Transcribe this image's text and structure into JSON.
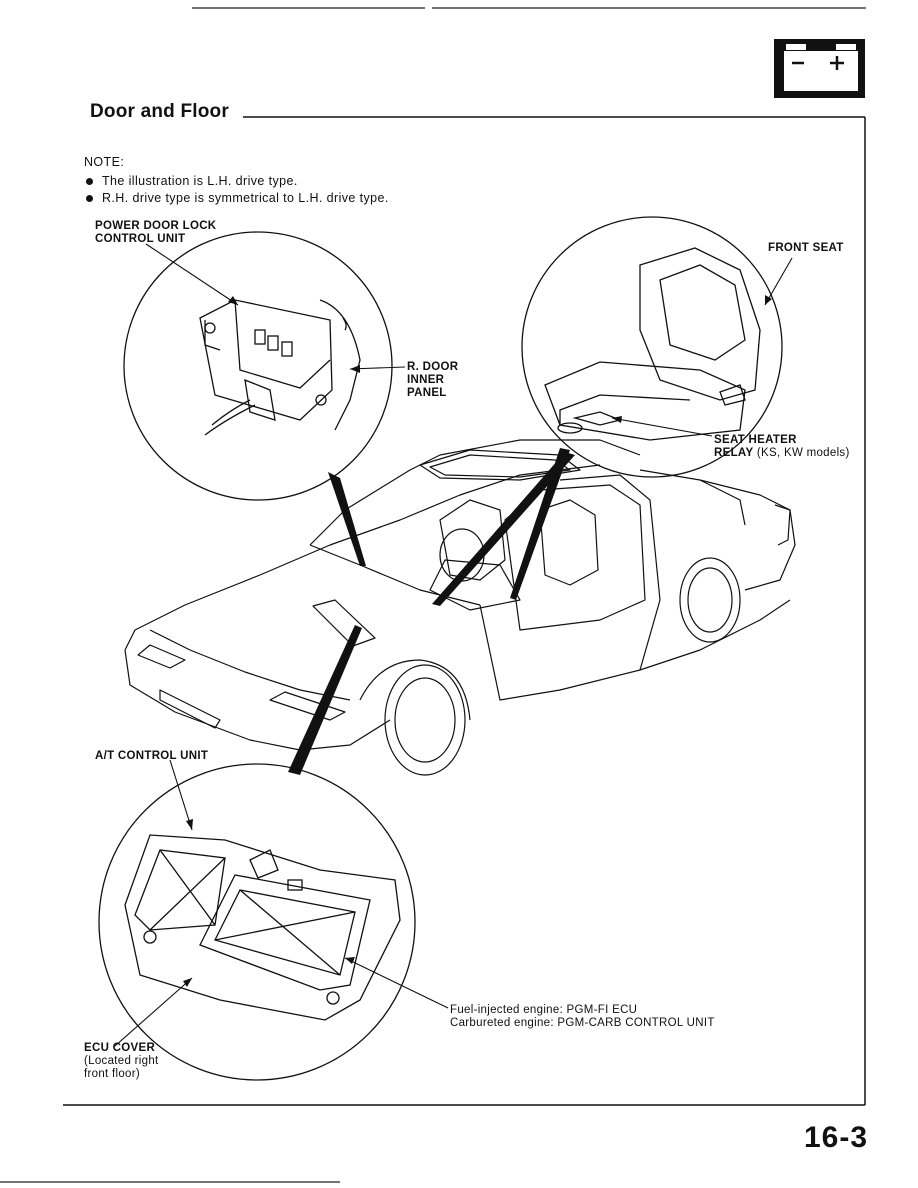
{
  "header": {
    "section_title": "Door and Floor",
    "battery_icon": "battery-icon"
  },
  "note": {
    "heading": "NOTE:",
    "items": [
      "The illustration is L.H. drive type.",
      "R.H. drive type is symmetrical to L.H. drive type."
    ]
  },
  "callouts": {
    "power_door_lock_line1": "POWER DOOR LOCK",
    "power_door_lock_line2": "CONTROL UNIT",
    "r_door_line1": "R. DOOR",
    "r_door_line2": "INNER",
    "r_door_line3": "PANEL",
    "front_seat": "FRONT SEAT",
    "seat_heater_line1": "SEAT HEATER",
    "seat_heater_line2_bold": "RELAY",
    "seat_heater_line2_rest": "(KS, KW models)",
    "at_control_unit": "A/T CONTROL UNIT",
    "ecu_line1": "Fuel-injected engine: PGM-FI ECU",
    "ecu_line2": "Carbureted engine: PGM-CARB CONTROL UNIT",
    "ecu_cover_line1": "ECU COVER",
    "ecu_cover_line2": "(Located right",
    "ecu_cover_line3": "front floor)"
  },
  "footer": {
    "page_number": "16-3"
  }
}
